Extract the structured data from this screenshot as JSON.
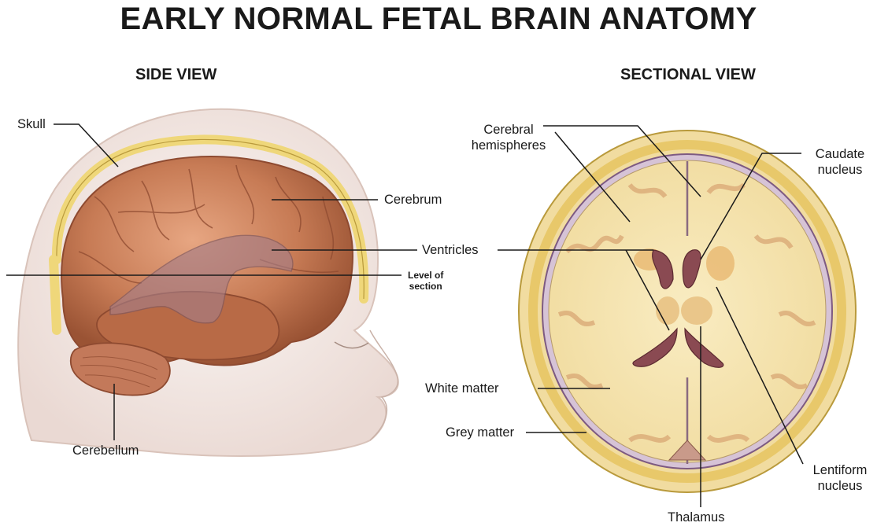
{
  "title": "EARLY NORMAL FETAL BRAIN ANATOMY",
  "side": {
    "heading": "SIDE VIEW",
    "labels": {
      "skull": "Skull",
      "cerebrum": "Cerebrum",
      "ventricles": "Ventricles",
      "level_line1": "Level of",
      "level_line2": "section",
      "cerebellum": "Cerebellum"
    }
  },
  "sectional": {
    "heading": "SECTIONAL VIEW",
    "labels": {
      "cerebral_line1": "Cerebral",
      "cerebral_line2": "hemispheres",
      "caudate_line1": "Caudate",
      "caudate_line2": "nucleus",
      "white_matter": "White matter",
      "grey_matter": "Grey matter",
      "lentiform_line1": "Lentiform",
      "lentiform_line2": "nucleus",
      "thalamus": "Thalamus"
    }
  },
  "colors": {
    "brain": "#c77b55",
    "brain_dark": "#8e4a30",
    "skull_band": "#efd77a",
    "white_matter": "#f6e6b4",
    "grey_matter": "#e8c89a",
    "ventricle": "#8a4a52",
    "head_skin": "#f3ece8"
  }
}
